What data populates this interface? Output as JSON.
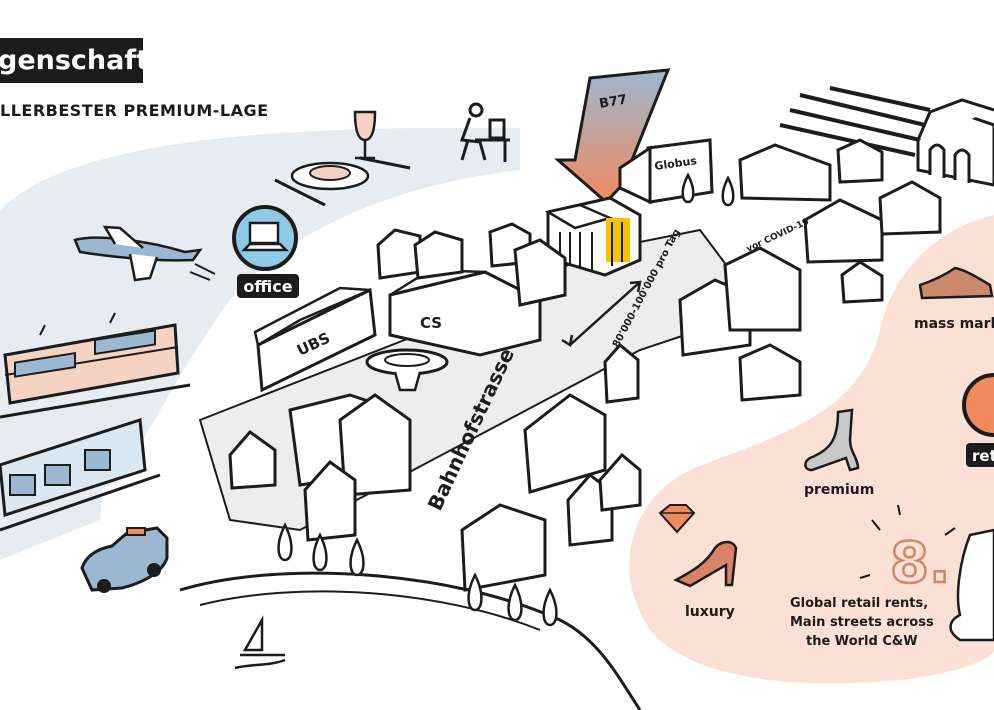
{
  "header": {
    "title": "genschaft",
    "subtitle": "LLERBESTER PREMIUM-LAGE"
  },
  "labels": {
    "office": "office",
    "b77": "B77",
    "globus": "Globus",
    "ubs": "UBS",
    "cs": "CS",
    "street": "Bahnhofstrasse",
    "covid": "vor COVID-19",
    "traffic": "80'000-100'000 pro Tag",
    "mass_market": "mass marke",
    "premium": "premium",
    "luxury": "luxury",
    "ret": "ret",
    "rank": "8.",
    "rents_line1": "Global retail rents,",
    "rents_line2": "Main streets across",
    "rents_line3": "the World C&W"
  },
  "colors": {
    "ink": "#1c1c1c",
    "blue_area": "#e6ecf2",
    "peach_area": "#fbe0d6",
    "accent_orange": "#f08a5d",
    "accent_blue": "#9cb7d1",
    "gold": "#f5c400",
    "icon_blue": "#8ec9e8"
  },
  "icons": [
    "airplane-icon",
    "train-icon",
    "tram-icon",
    "taxi-icon",
    "laptop-icon",
    "dining-icon",
    "desk-worker-icon",
    "arrow-down-icon",
    "sneaker-icon",
    "boot-icon",
    "high-heel-icon",
    "diamond-icon",
    "sailboat-icon",
    "receipt-icon",
    "store-icon"
  ]
}
